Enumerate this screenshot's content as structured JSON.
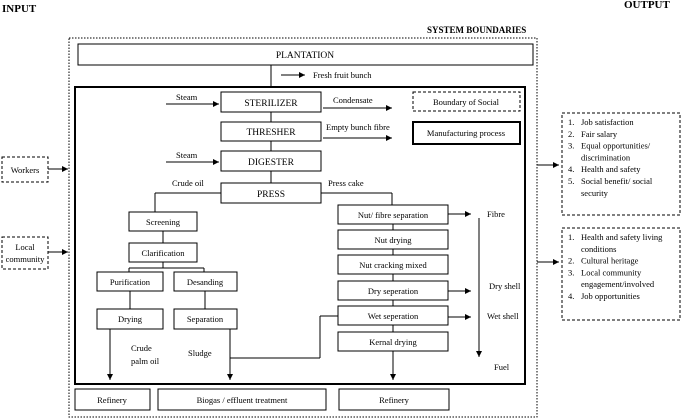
{
  "headers": {
    "input": "INPUT",
    "output": "OUTPUT",
    "system_boundaries": "SYSTEM BOUNDARIES"
  },
  "top": {
    "plantation": "PLANTATION",
    "ffb": "Fresh fruit bunch"
  },
  "main_chain": {
    "sterilizer": "STERILIZER",
    "thresher": "THRESHER",
    "digester": "DIGESTER",
    "press": "PRESS"
  },
  "flow_labels": {
    "steam1": "Steam",
    "steam2": "Steam",
    "condensate": "Condensate",
    "empty_bunch": "Empty bunch fibre",
    "crude_oil": "Crude oil",
    "press_cake": "Press cake",
    "fibre": "Fibre",
    "dry_shell": "Dry shell",
    "wet_shell": "Wet shell",
    "fuel": "Fuel",
    "crude_palm_oil_1": "Crude",
    "crude_palm_oil_2": "palm oil",
    "sludge": "Sludge"
  },
  "legend": {
    "boundary_social": "Boundary of Social",
    "manufacturing": "Manufacturing process"
  },
  "oil_line": {
    "screening": "Screening",
    "clarification": "Clarification",
    "purification": "Purification",
    "desanding": "Desanding",
    "drying": "Drying",
    "separation": "Separation"
  },
  "kernel_line": {
    "nut_fibre": "Nut/ fibre separation",
    "nut_drying": "Nut drying",
    "nut_cracking": "Nut cracking mixed",
    "dry_sep": "Dry seperation",
    "wet_sep": "Wet seperation",
    "kernal_drying": "Kernal drying"
  },
  "bottom": {
    "refinery1": "Refinery",
    "biogas": "Biogas / effluent treatment",
    "refinery2": "Refinery"
  },
  "inputs": {
    "workers": "Workers",
    "local1": "Local",
    "local2": "community"
  },
  "workers_outputs": [
    {
      "num": "1.",
      "lines": [
        "Job satisfaction"
      ]
    },
    {
      "num": "2.",
      "lines": [
        "Fair salary"
      ]
    },
    {
      "num": "3.",
      "lines": [
        "Equal opportunities/",
        "discrimination"
      ]
    },
    {
      "num": "4.",
      "lines": [
        "Health and safety"
      ]
    },
    {
      "num": "5.",
      "lines": [
        "Social benefit/ social",
        "security"
      ]
    }
  ],
  "community_outputs": [
    {
      "num": "1.",
      "lines": [
        "Health and safety living",
        "conditions"
      ]
    },
    {
      "num": "2.",
      "lines": [
        "Cultural heritage"
      ]
    },
    {
      "num": "3.",
      "lines": [
        "Local community",
        "engagement/involved"
      ]
    },
    {
      "num": "4.",
      "lines": [
        "Job opportunities"
      ]
    }
  ]
}
